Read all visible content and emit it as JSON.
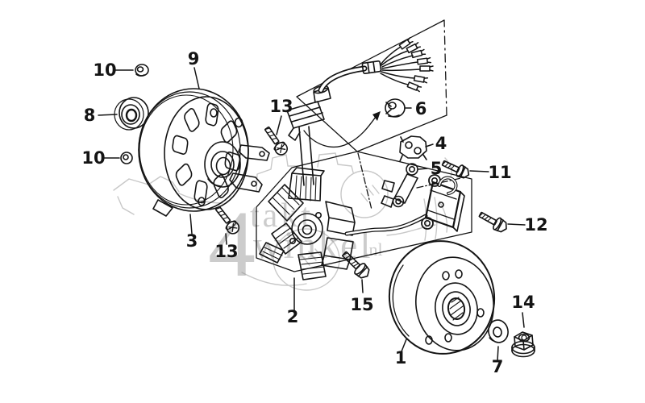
{
  "diagram": {
    "type": "exploded-parts-diagram",
    "watermark": {
      "numeral": "4",
      "word1": "takt",
      "word2": "winkel",
      "tld": ".nl"
    },
    "callouts": [
      {
        "label": "1",
        "part": "flywheel-rotor"
      },
      {
        "label": "2",
        "part": "stator-assembly"
      },
      {
        "label": "3",
        "part": "backing-plate"
      },
      {
        "label": "4",
        "part": "rubber-mount-plate"
      },
      {
        "label": "5",
        "part": "pickup-bracket"
      },
      {
        "label": "6",
        "part": "wire-grommet"
      },
      {
        "label": "7",
        "part": "washer"
      },
      {
        "label": "8",
        "part": "oil-seal"
      },
      {
        "label": "9",
        "part": "cover-ring"
      },
      {
        "label": "10",
        "part": "grommet-upper"
      },
      {
        "label": "10",
        "part": "grommet-lower"
      },
      {
        "label": "11",
        "part": "pickup-bolt"
      },
      {
        "label": "12",
        "part": "mount-bolt"
      },
      {
        "label": "13",
        "part": "screw-upper"
      },
      {
        "label": "13",
        "part": "screw-left"
      },
      {
        "label": "14",
        "part": "flange-nut"
      },
      {
        "label": "15",
        "part": "flange-bolt"
      }
    ]
  },
  "colors": {
    "line": "#141414",
    "background": "#ffffff",
    "gray_outline": "#c8c8c8",
    "watermark": "#8f8f8f"
  }
}
